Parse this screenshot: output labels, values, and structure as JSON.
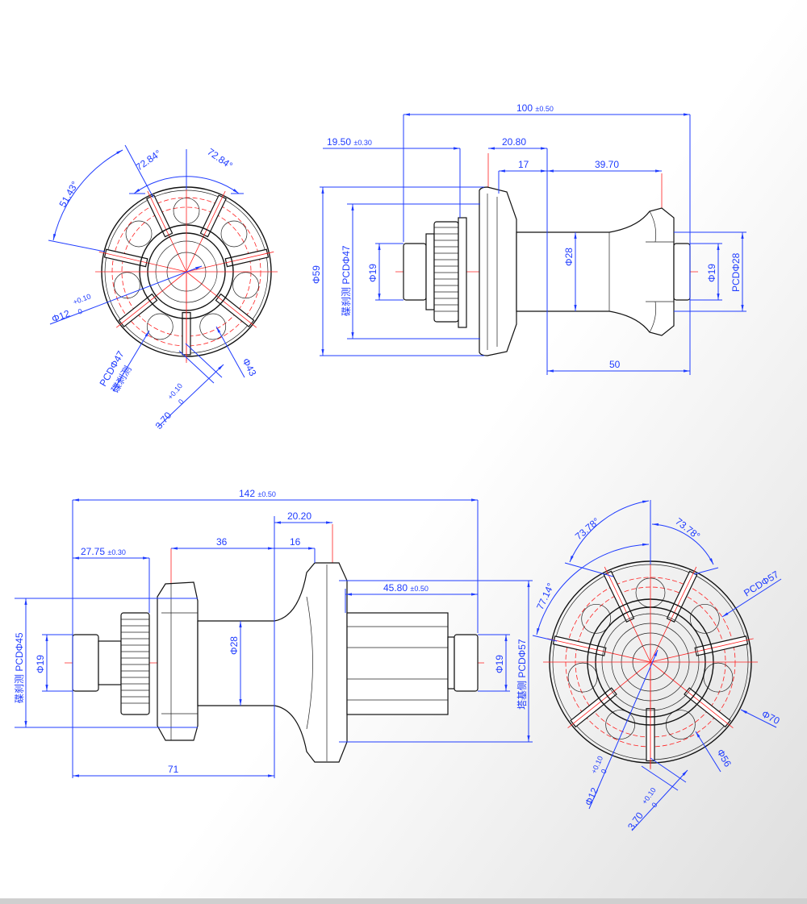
{
  "colors": {
    "dimension": "#1f3cff",
    "centerline": "#ff2020",
    "outline": "#111111"
  },
  "front_end_view": {
    "angle_1": "51.43°",
    "angle_2": "72.84°",
    "angle_3": "72.84°",
    "bore": "Φ12",
    "bore_tol_upper": "+0.10",
    "bore_tol_lower": "0",
    "pcd": "PCDΦ47",
    "pcd_side": "碟刹测",
    "diameter": "Φ43",
    "hole": "3.70",
    "hole_tol_upper": "+0.10",
    "hole_tol_lower": "0"
  },
  "front_side_view": {
    "overall": "100",
    "overall_tol": "±0.50",
    "left_offset": "19.50",
    "left_offset_tol": "±0.30",
    "flange_to_center": "20.80",
    "d17": "17",
    "d39": "39.70",
    "d50": "50",
    "disc_dia": "Φ59",
    "disc_pcd": "碟刹测  PCDΦ47",
    "left_axle": "Φ19",
    "body": "Φ28",
    "right_axle": "Φ19",
    "right_pcd": "PCDΦ28"
  },
  "rear_side_view": {
    "overall": "142",
    "overall_tol": "±0.50",
    "d20": "20.20",
    "d36": "36",
    "d16": "16",
    "left_offset": "27.75",
    "left_offset_tol": "±0.30",
    "freehub": "45.80",
    "freehub_tol": "±0.50",
    "d71": "71",
    "disc_pcd": "碟刹测  PCDΦ45",
    "left_axle": "Φ19",
    "body": "Φ28",
    "right_axle": "Φ19",
    "drive_pcd": "塔基侧  PCDΦ57"
  },
  "rear_end_view": {
    "angle_1": "73.78°",
    "angle_2": "73.78°",
    "angle_3": "77.14°",
    "pcd": "PCDΦ57",
    "outer": "Φ70",
    "inner": "Φ56",
    "bore": "Φ12",
    "bore_tol_upper": "+0.10",
    "bore_tol_lower": "0",
    "hole": "3.70",
    "hole_tol_upper": "+0.10",
    "hole_tol_lower": "0"
  }
}
